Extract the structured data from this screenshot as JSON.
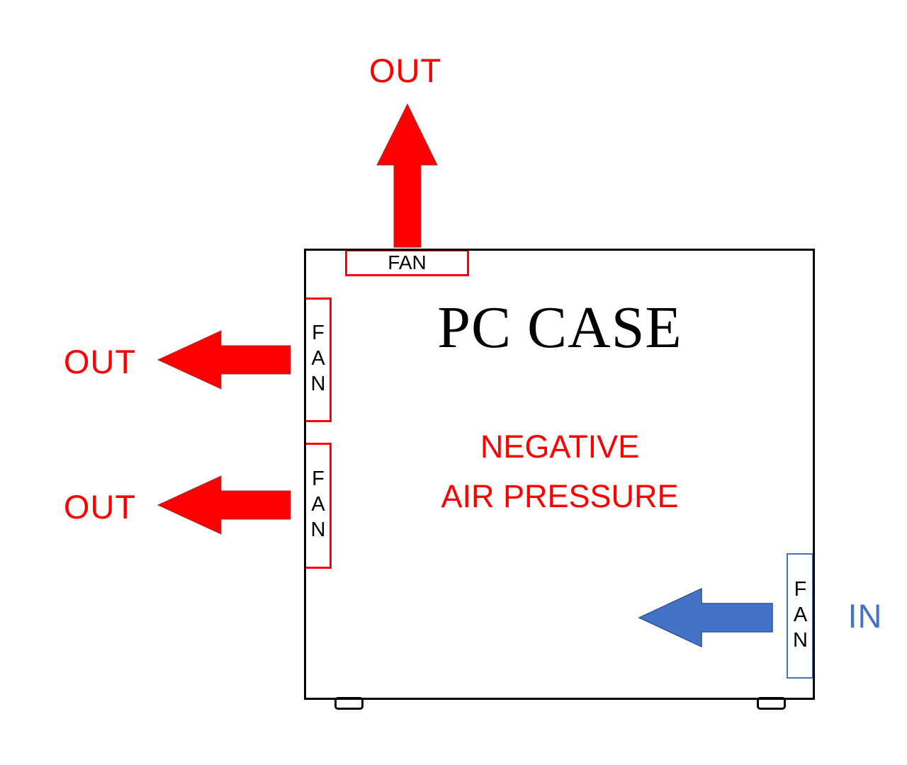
{
  "diagram": {
    "title": "PC CASE",
    "pressure": {
      "line1": "NEGATIVE",
      "line2": "AIR PRESSURE"
    },
    "fans": {
      "top_exhaust_label": "FAN",
      "left_upper_exhaust_label": "FAN",
      "left_lower_exhaust_label": "FAN",
      "right_intake_label": "FAN"
    },
    "airflow": {
      "out_top": "OUT",
      "out_left_upper": "OUT",
      "out_left_lower": "OUT",
      "in_right": "IN"
    },
    "colors": {
      "exhaust_red": "#ff0000",
      "intake_blue": "#4472c4",
      "case_outline_black": "#000000"
    }
  }
}
